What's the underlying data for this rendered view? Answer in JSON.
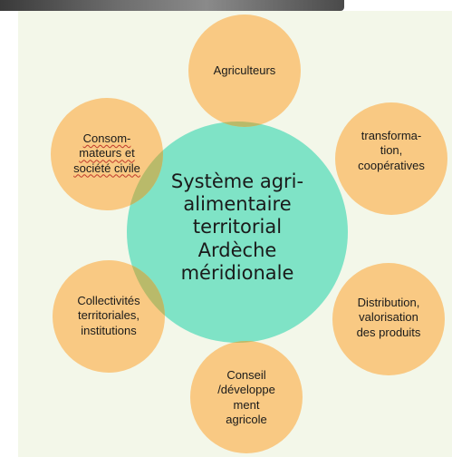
{
  "diagram": {
    "center": {
      "label": "Système agri-\nalimentaire\nterritorial\nArdèche\nméridionale"
    },
    "nodes": [
      {
        "id": "agriculteurs",
        "label": "Agriculteurs"
      },
      {
        "id": "transformation",
        "label": "transforma-\ntion,\ncoopératives"
      },
      {
        "id": "distribution",
        "label": "Distribution,\nvalorisation\ndes produits"
      },
      {
        "id": "conseil",
        "label": "Conseil\n/développe\nment\nagricole"
      },
      {
        "id": "collectivites",
        "label": "Collectivités\nterritoriales,\ninstitutions"
      },
      {
        "id": "consommateurs",
        "label": "Consom-\nmateurs et\nsociété civile"
      }
    ]
  },
  "colors": {
    "center_fill": "#7fe3c6",
    "node_fill": "#f9c983",
    "overlap_fill": "#b9ba6a",
    "background": "#f3f7e9",
    "text": "#1a1a1a"
  }
}
